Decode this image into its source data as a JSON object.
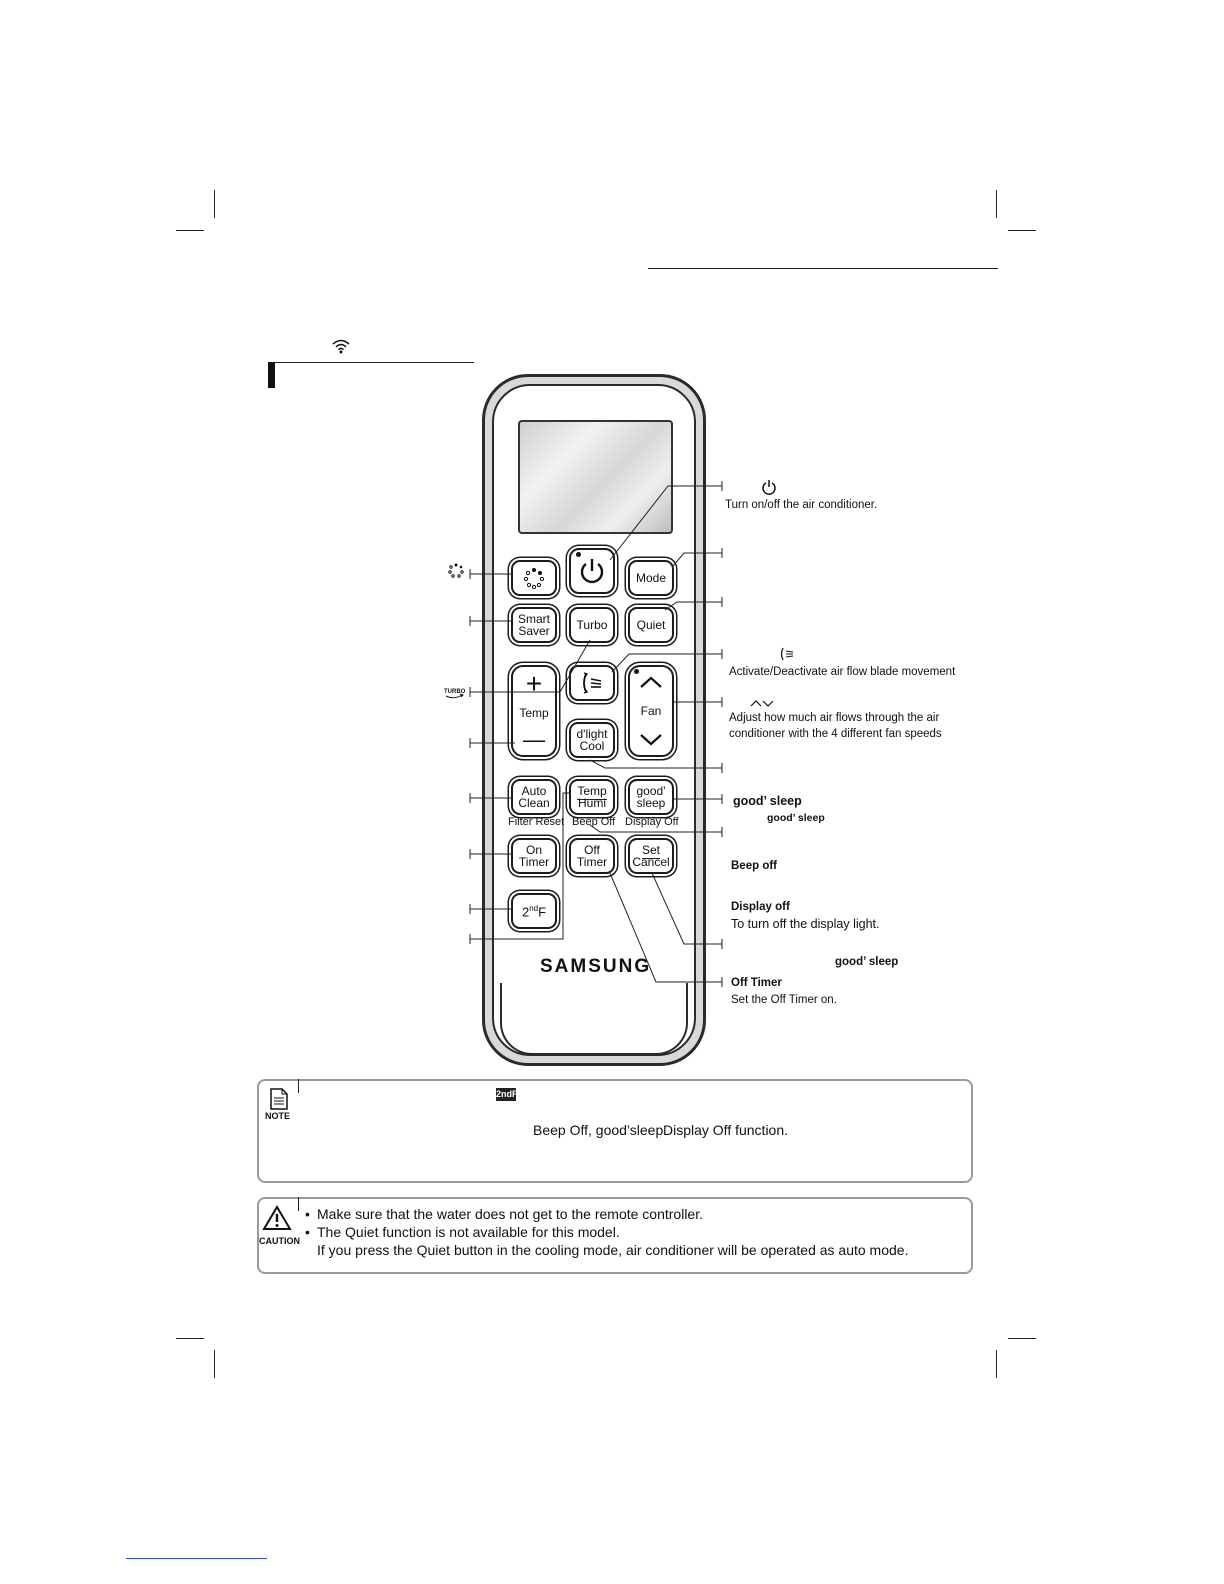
{
  "remote": {
    "brand": "SAMSUNG",
    "buttons": {
      "power_icon": "power-icon",
      "dot_icon": "dots-icon",
      "mode": "Mode",
      "smart_line1": "Smart",
      "smart_line2": "Saver",
      "turbo": "Turbo",
      "quiet": "Quiet",
      "temp_plus": "+",
      "temp": "Temp",
      "temp_minus": "—",
      "fan": "Fan",
      "dlight_line1": "d'light",
      "dlight_line2": "Cool",
      "auto_line1": "Auto",
      "auto_line2": "Clean",
      "temphumi_line1": "Temp",
      "temphumi_line2": "Humi",
      "goodsleep_line1": "good'",
      "goodsleep_line2": "sleep",
      "on_line1": "On",
      "on_line2": "Timer",
      "off_line1": "Off",
      "off_line2": "Timer",
      "set_line1": "Set",
      "set_line2": "Cancel",
      "second_f": "2",
      "second_f_sup": "nd",
      "second_f_tail": "F"
    },
    "sublabels": {
      "filter_reset": "Filter Reset",
      "beep_off": "Beep Off",
      "display_off": "Display Off"
    }
  },
  "callouts": {
    "power_desc": "Turn on/off the air conditioner.",
    "airflow_desc": "Activate/Deactivate air flow blade movement",
    "fan_desc_1": "Adjust how much air flows through the air",
    "fan_desc_2": "conditioner with the 4 different fan speeds",
    "good_sleep_title": "good’ sleep",
    "good_sleep_sub": "good’ sleep",
    "beep_off_title": "Beep off",
    "display_off_title": "Display off",
    "display_off_desc": "To turn off the display light.",
    "good_sleep_right": "good’ sleep",
    "off_timer_title": "Off Timer",
    "off_timer_desc": "Set the Off Timer on."
  },
  "note": {
    "icon_label": "NOTE",
    "second_f_icon": "2ndF",
    "line2_a": "Beep Off, good’sleep",
    "line2_b": "Display Off function."
  },
  "caution": {
    "icon_label": "CAUTION",
    "bullet1": "Make sure that the water does not get to the remote controller.",
    "bullet2": "The Quiet function is not available for this model.",
    "bullet2_cont": "If you press the Quiet button in the cooling mode, air conditioner will be operated as auto mode."
  }
}
